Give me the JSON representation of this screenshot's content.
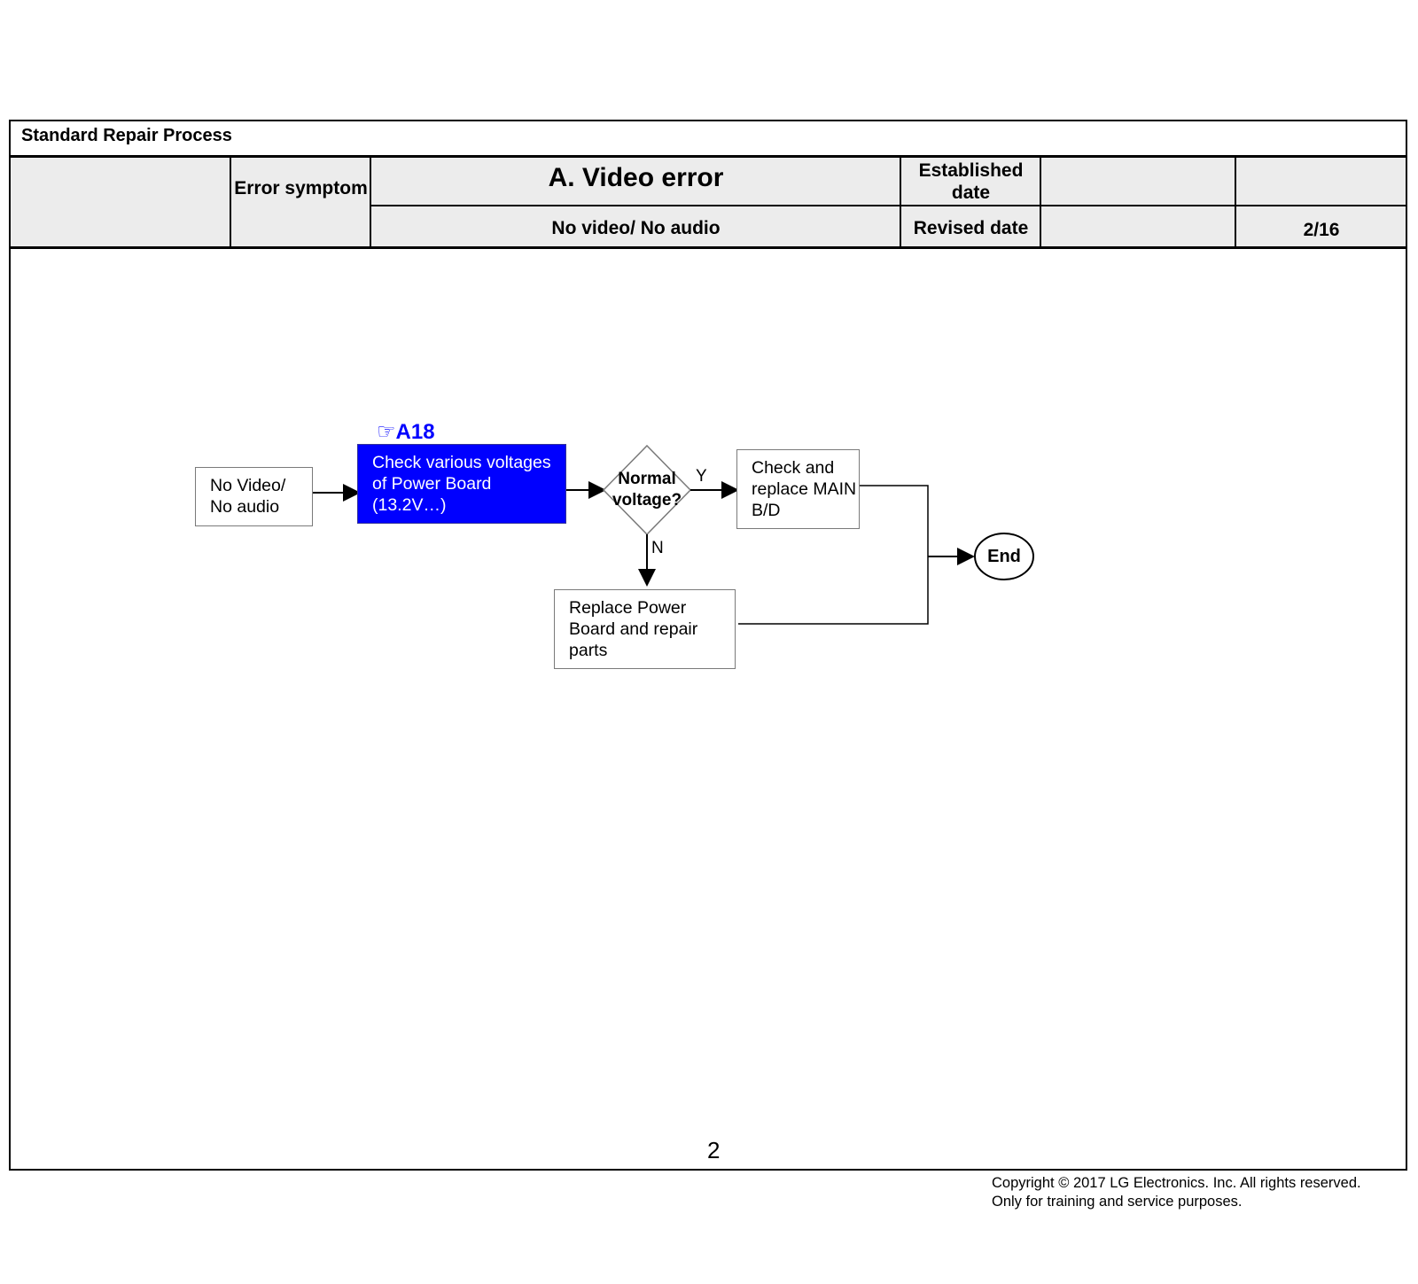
{
  "header": {
    "process_title": "Standard Repair Process",
    "error_symptom_label": "Error symptom",
    "main_title": "A. Video error",
    "subtitle": "No video/ No audio",
    "established_date_label": "Established date",
    "revised_date_label": "Revised date",
    "established_date_value": "",
    "revised_date_value": "",
    "page_index": "2/16"
  },
  "flow": {
    "start_label": "No Video/ No audio",
    "reference": "☞A18",
    "check_step": "Check various voltages of Power Board (13.2V…)",
    "decision": "Normal voltage?",
    "yes_label": "Y",
    "no_label": "N",
    "yes_action": "Check and replace MAIN B/D",
    "no_action": "Replace Power Board and repair parts",
    "end_label": "End",
    "highlight_color": "#0000ff"
  },
  "footer": {
    "page_number": "2",
    "copyright_line1": "Copyright ©  2017  LG Electronics. Inc. All rights reserved.",
    "copyright_line2": "Only for training and service purposes."
  }
}
